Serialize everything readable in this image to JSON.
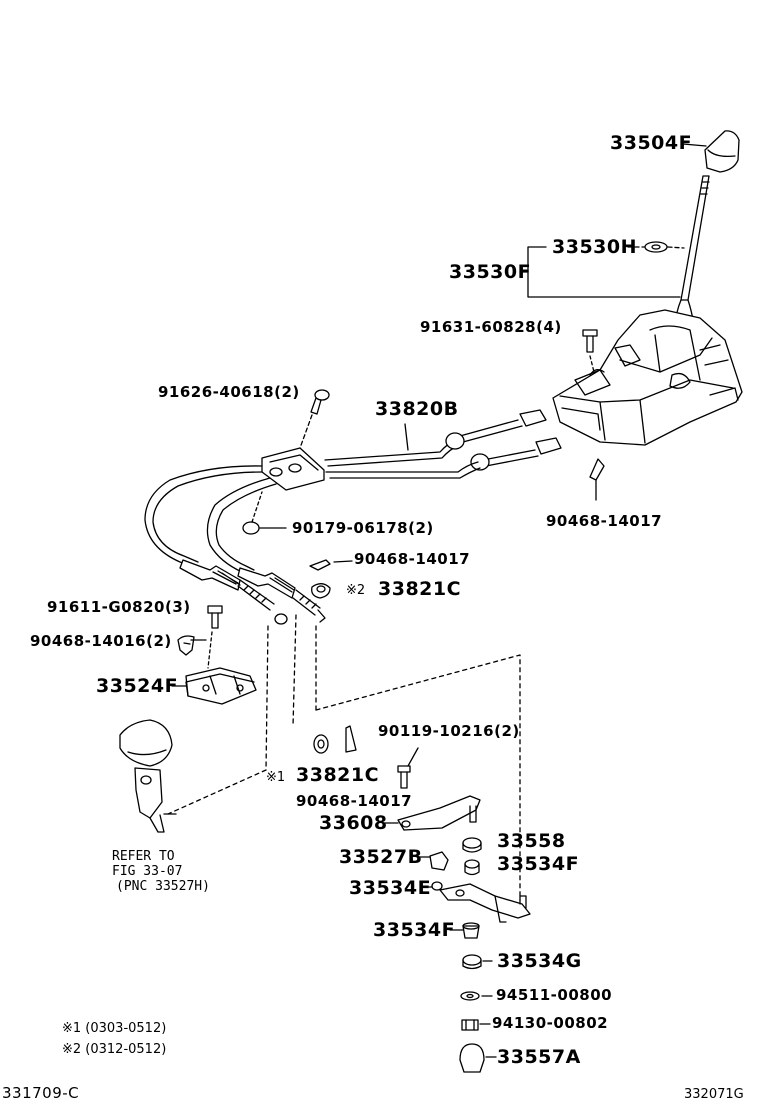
{
  "labels": {
    "p33504F": "33504F",
    "p33530H": "33530H",
    "p33530F": "33530F",
    "p91631": "91631-60828(4)",
    "p91626": "91626-40618(2)",
    "p33820B": "33820B",
    "p90179": "90179-06178(2)",
    "p90468a": "90468-14017",
    "p90468b": "90468-14017",
    "p90468c": "90468-14017",
    "p33821C_top": "33821C",
    "p91611": "91611-G0820(3)",
    "p90468_16": "90468-14016(2)",
    "p33524F": "33524F",
    "p90119": "90119-10216(2)",
    "p33821C_bot": "33821C",
    "p33608": "33608",
    "p33558": "33558",
    "p33527B": "33527B",
    "p33534F_a": "33534F",
    "p33534E": "33534E",
    "p33534F_b": "33534F",
    "p33534G": "33534G",
    "p94511": "94511-00800",
    "p94130": "94130-00802",
    "p33557A": "33557A"
  },
  "marks": {
    "mark2": "※2",
    "mark1": "※1"
  },
  "refer": {
    "line1": "REFER TO",
    "line2": "FIG 33-07",
    "line3": "(PNC 33527H)"
  },
  "notes": {
    "note1": "※1 (0303-0512)",
    "note2": "※2 (0312-0512)"
  },
  "footer": {
    "left": "331709-C",
    "right": "332071G"
  }
}
